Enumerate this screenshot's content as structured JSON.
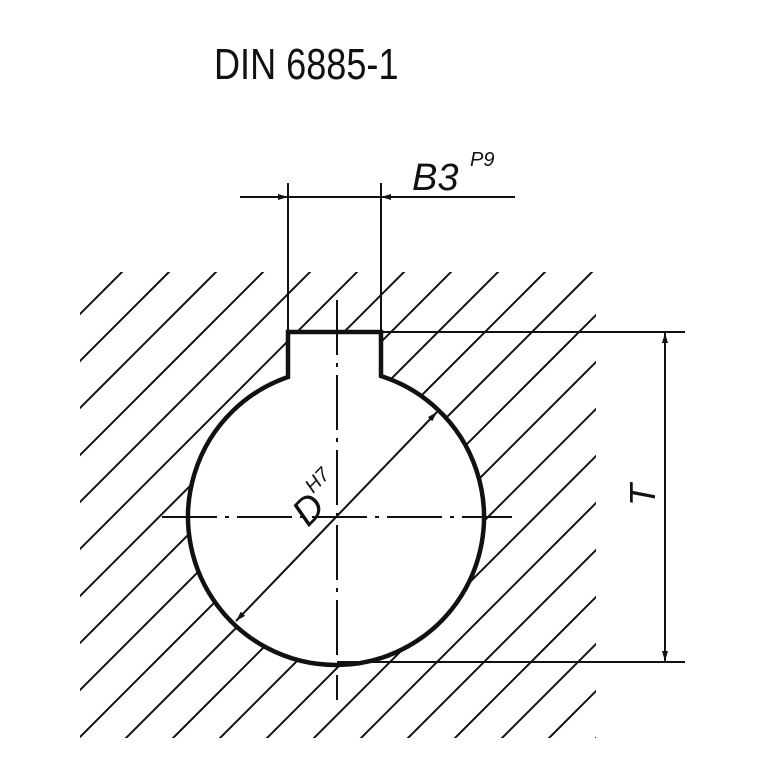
{
  "title": "DIN 6885-1",
  "dimensions": {
    "width": {
      "label": "B3",
      "tolerance": "P9"
    },
    "diameter": {
      "label": "D",
      "tolerance": "H7"
    },
    "depth": {
      "label": "T"
    }
  },
  "colors": {
    "line": "#111111",
    "background": "#ffffff"
  }
}
